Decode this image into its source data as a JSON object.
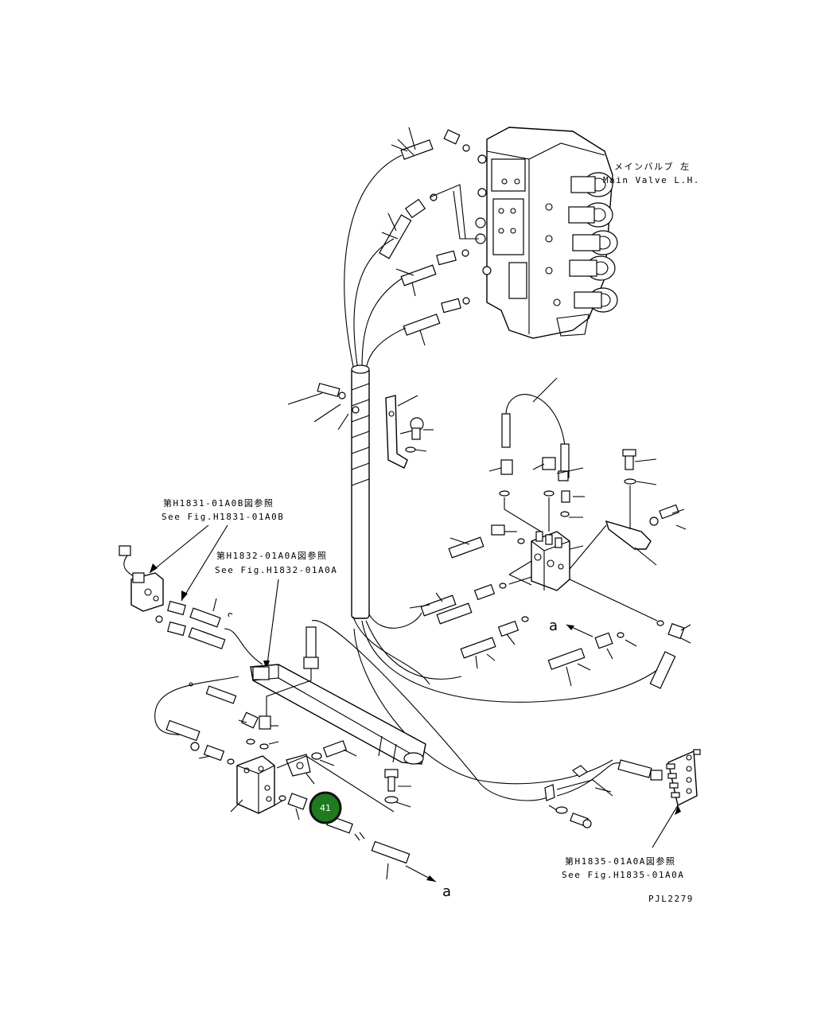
{
  "labels": {
    "main_valve_jp": "メインバルブ 左",
    "main_valve_en": "Main Valve L.H.",
    "ref1_jp": "第H1831-01A0B図参照",
    "ref1_en": "See Fig.H1831-01A0B",
    "ref2_jp": "第H1832-01A0A図参照",
    "ref2_en": "See Fig.H1832-01A0A",
    "ref3_jp": "第H1835-01A0A図参照",
    "ref3_en": "See Fig.H1835-01A0A",
    "connector_a_top": "a",
    "connector_a_bottom": "a",
    "drawing_code": "PJL2279"
  },
  "callout": {
    "number": "41",
    "color": "#1e7b1e"
  }
}
